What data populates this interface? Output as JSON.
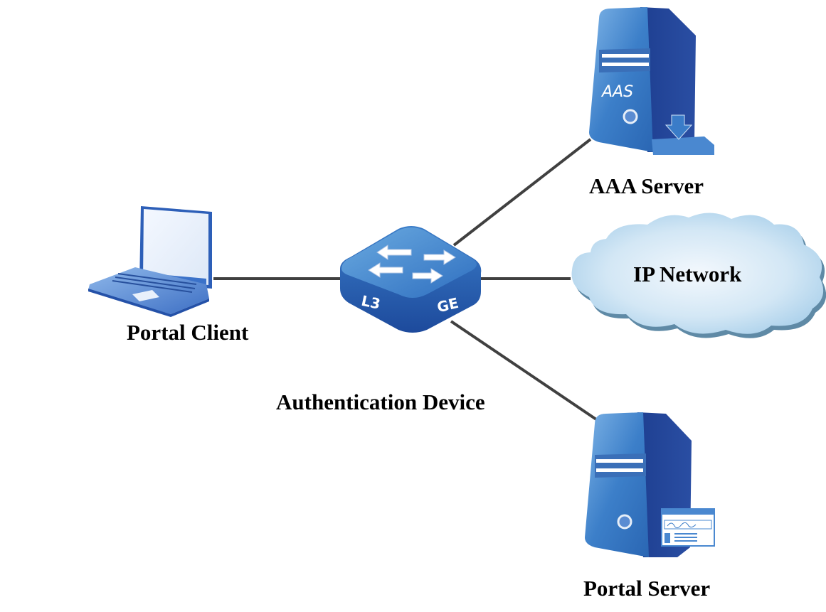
{
  "diagram": {
    "nodes": {
      "portal_client": {
        "label": "Portal Client"
      },
      "auth_device": {
        "label": "Authentication Device",
        "badge_left": "L3",
        "badge_right": "GE"
      },
      "aaa_server": {
        "label": "AAA Server",
        "badge": "AAS"
      },
      "ip_network": {
        "label": "IP Network"
      },
      "portal_server": {
        "label": "Portal Server"
      }
    },
    "links": [
      {
        "from": "portal_client",
        "to": "auth_device"
      },
      {
        "from": "auth_device",
        "to": "aaa_server"
      },
      {
        "from": "auth_device",
        "to": "ip_network"
      },
      {
        "from": "auth_device",
        "to": "portal_server"
      }
    ],
    "colors": {
      "link": "#404040",
      "device_blue": "#3a7cc4",
      "device_dark": "#1d3d8f",
      "cloud_light": "#eef5fb",
      "cloud_edge": "#a9cfe8"
    }
  }
}
